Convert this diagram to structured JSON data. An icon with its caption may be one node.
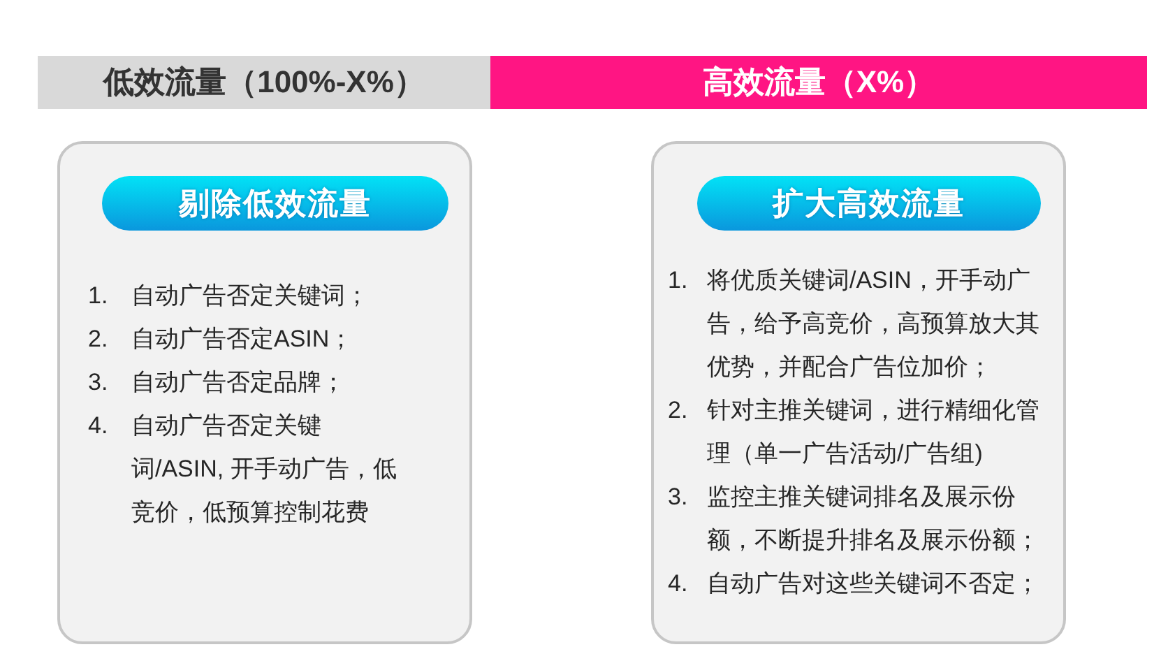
{
  "diagram": {
    "nodes": [
      {
        "text": [
          "低效流量（100%-X%）"
        ]
      },
      {
        "text": [
          "高效流量（X%）"
        ]
      },
      {
        "text": [
          "1.",
          "自动广告否定关键词；",
          "2.",
          "自动广告否定ASIN；",
          "3.",
          "自动广告否定品牌；",
          "4.",
          "自动广告否定关键词/ASIN, 开手动广告，低竞价，低预算控制花费"
        ]
      },
      {
        "text": [
          "剔除低效流量"
        ],
        "in": 2
      },
      {
        "text": [
          "1.",
          "将优质关键词/ASIN，开手动广告，给予高竞价，高预算放大其优势，并配合广告位加价；",
          "2.",
          "针对主推关键词，进行精细化管理（单一广告活动/广告组)",
          "3.",
          "监控主推关键词排名及展示份额，不断提升排名及展示份额；",
          "4.",
          "自动广告对这些关键词不否定；"
        ]
      },
      {
        "text": [
          "扩大高效流量"
        ],
        "in": 4
      }
    ]
  }
}
